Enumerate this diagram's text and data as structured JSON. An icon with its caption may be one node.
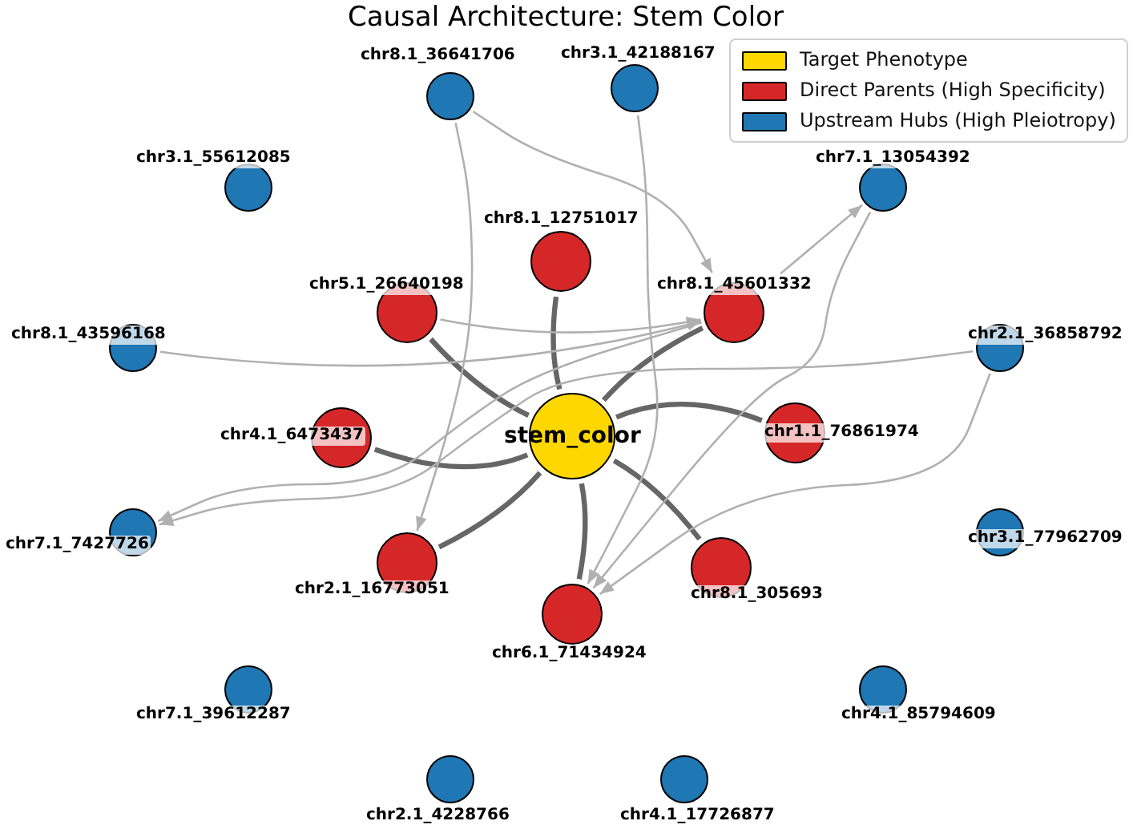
{
  "diagram": {
    "title": "Causal Architecture: Stem Color",
    "nodes": [
      {
        "text": [
          "chr8.1_36641706"
        ]
      },
      {
        "text": [
          "chr3.1_42188167"
        ]
      },
      {
        "text": [
          "chr3.1_55612085"
        ]
      },
      {
        "text": [
          "chr7.1_13054392"
        ]
      },
      {
        "text": [
          "chr8.1_12751017"
        ]
      },
      {
        "text": [
          "chr5.1_26640198"
        ]
      },
      {
        "text": [
          "chr8.1_45601332"
        ]
      },
      {
        "text": [
          "chr8.1_43596168"
        ]
      },
      {
        "text": [
          "chr2.1_36858792"
        ]
      },
      {
        "text": [
          "chr4.1_6473437"
        ]
      },
      {
        "text": [
          "stem_color"
        ]
      },
      {
        "text": [
          "chr1.1_76861974"
        ]
      },
      {
        "text": [
          "chr7.1_7427726"
        ]
      },
      {
        "text": [
          "chr3.1_77962709"
        ]
      },
      {
        "text": [
          "chr2.1_16773051"
        ]
      },
      {
        "text": [
          "chr8.1_305693"
        ]
      },
      {
        "text": [
          "chr6.1_71434924"
        ]
      },
      {
        "text": [
          "chr7.1_39612287"
        ]
      },
      {
        "text": [
          "chr4.1_85794609"
        ]
      },
      {
        "text": [
          "chr2.1_4228766"
        ]
      },
      {
        "text": [
          "chr4.1_17726877"
        ]
      }
    ],
    "edges": [
      {
        "from": 4,
        "to": 10,
        "arrow": "none",
        "style": "thick",
        "color": "#666666"
      },
      {
        "from": 5,
        "to": 10,
        "arrow": "none",
        "style": "thick",
        "color": "#666666"
      },
      {
        "from": 6,
        "to": 10,
        "arrow": "none",
        "style": "thick",
        "color": "#666666"
      },
      {
        "from": 9,
        "to": 10,
        "arrow": "none",
        "style": "thick",
        "color": "#666666"
      },
      {
        "from": 11,
        "to": 10,
        "arrow": "none",
        "style": "thick",
        "color": "#666666"
      },
      {
        "from": 14,
        "to": 10,
        "arrow": "none",
        "style": "thick",
        "color": "#666666"
      },
      {
        "from": 15,
        "to": 10,
        "arrow": "none",
        "style": "thick",
        "color": "#666666"
      },
      {
        "from": 16,
        "to": 10,
        "arrow": "none",
        "style": "thick",
        "color": "#666666"
      },
      {
        "from": 0,
        "to": 14,
        "arrow": "to"
      },
      {
        "from": 0,
        "to": 6,
        "arrow": "to"
      },
      {
        "from": 1,
        "to": 16,
        "arrow": "to"
      },
      {
        "from": 5,
        "to": 6,
        "arrow": "to"
      },
      {
        "from": 7,
        "to": 6,
        "arrow": "to"
      },
      {
        "from": 6,
        "to": 3,
        "arrow": "to"
      },
      {
        "from": 3,
        "to": 16,
        "arrow": "to"
      },
      {
        "from": 6,
        "to": 12,
        "arrow": "to"
      },
      {
        "from": 8,
        "to": 12,
        "arrow": "to"
      },
      {
        "from": 8,
        "to": 16,
        "arrow": "to"
      }
    ],
    "legend": [
      {
        "text": "Target Phenotype",
        "color": "#ffd700"
      },
      {
        "text": "Direct Parents (High Specificity)",
        "color": "#d62728"
      },
      {
        "text": "Upstream Hubs (High Pleiotropy)",
        "color": "#1f77b4"
      }
    ]
  }
}
